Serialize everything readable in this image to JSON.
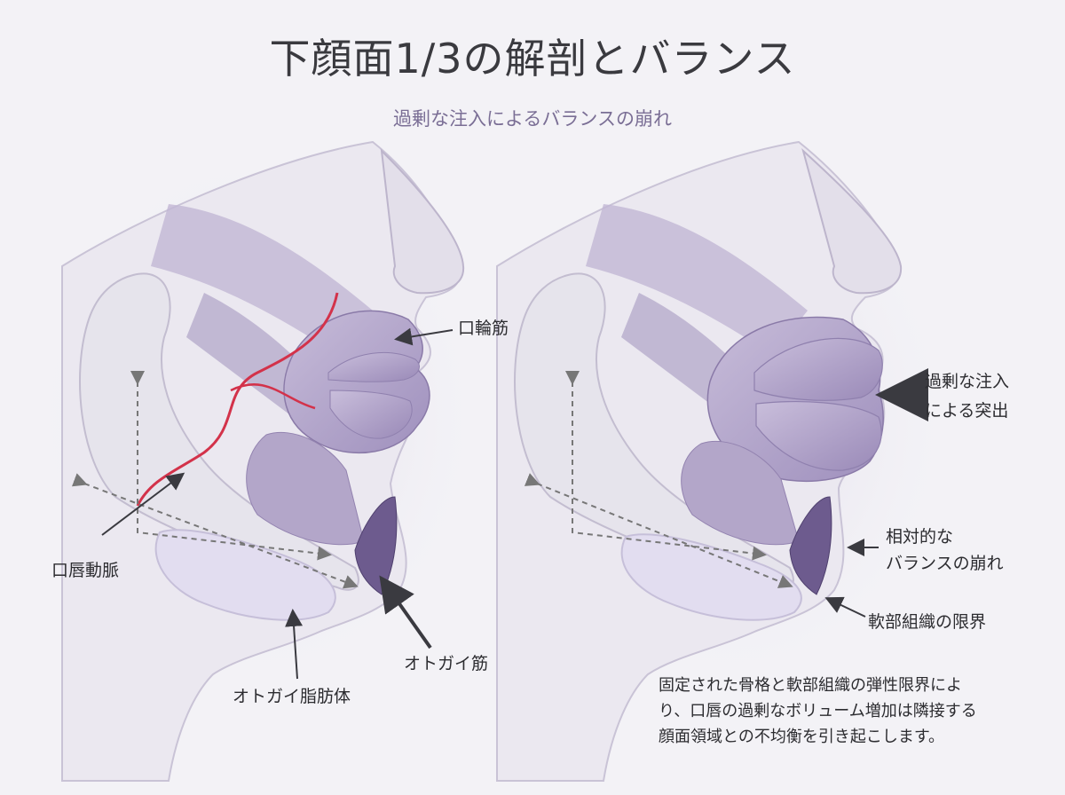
{
  "title": "下顔面1/3の解剖とバランス",
  "subtitle": "過剰な注入によるバランスの崩れ",
  "left_panel": {
    "labels": {
      "orbicularis": "口輪筋",
      "labial_artery": "口唇動脈",
      "mentalis": "オトガイ筋",
      "mental_fat_pad": "オトガイ脂肪体"
    }
  },
  "right_panel": {
    "labels": {
      "excess_line1": "過剰な注入",
      "excess_line2": "による突出",
      "relative_line1": "相対的な",
      "relative_line2": "バランスの崩れ",
      "soft_tissue": "軟部組織の限界"
    },
    "note_lines": [
      "固定された骨格と軟部組織の弾性限界によ",
      "り、口唇の過剰なボリューム増加は隣接する",
      "顔面領域との不均衡を引き起こします。"
    ]
  },
  "colors": {
    "background": "#f3f2f6",
    "muscle": "#b3a6c9",
    "muscle_dark": "#8a7aa8",
    "artery": "#d3324a",
    "fat": "#e2ddf0",
    "bone": "#e6e4ec"
  }
}
